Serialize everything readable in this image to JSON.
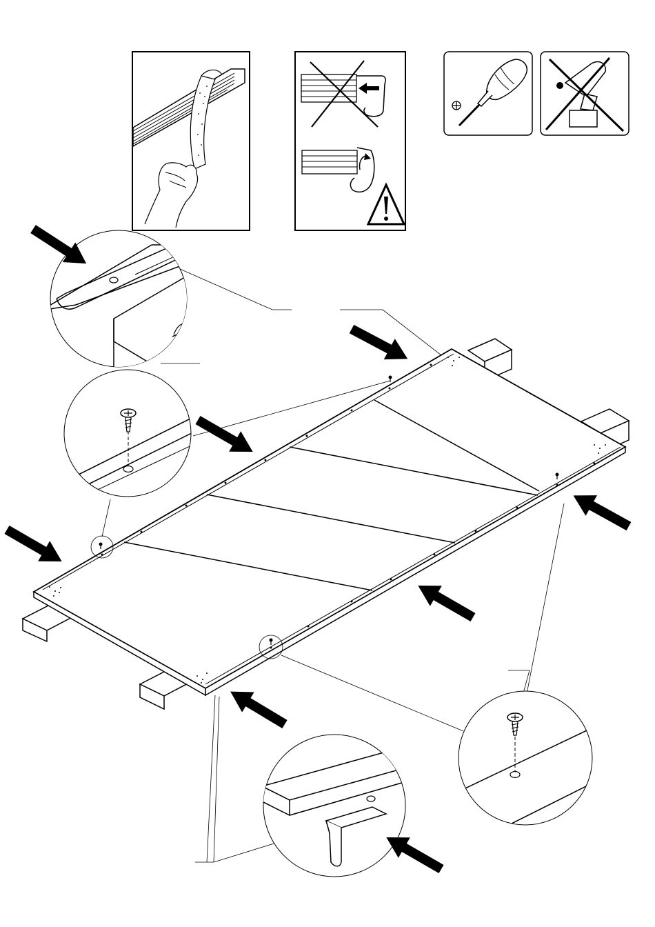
{
  "title": "",
  "panels": [
    {
      "id": "peel-backing",
      "icon": "peel-strip-icon"
    },
    {
      "id": "no-push",
      "icon": "crossed-push-icon"
    },
    {
      "id": "peel-correct",
      "icon": "peel-correct-icon"
    },
    {
      "id": "warning",
      "icon": "warning-triangle-icon"
    },
    {
      "id": "phillips-screwdriver",
      "icon": "screwdriver-icon"
    },
    {
      "id": "no-power-drill",
      "icon": "crossed-drill-icon"
    }
  ],
  "details": [
    {
      "id": "profile-edge-detail",
      "icon": "edge-profile-icon"
    },
    {
      "id": "screw-detail-left",
      "icon": "screw-icon"
    },
    {
      "id": "screw-detail-right",
      "icon": "screw-icon"
    },
    {
      "id": "profile-end-detail",
      "icon": "edge-profile-icon"
    }
  ],
  "colors": {
    "line": "#000000",
    "background": "#ffffff"
  }
}
